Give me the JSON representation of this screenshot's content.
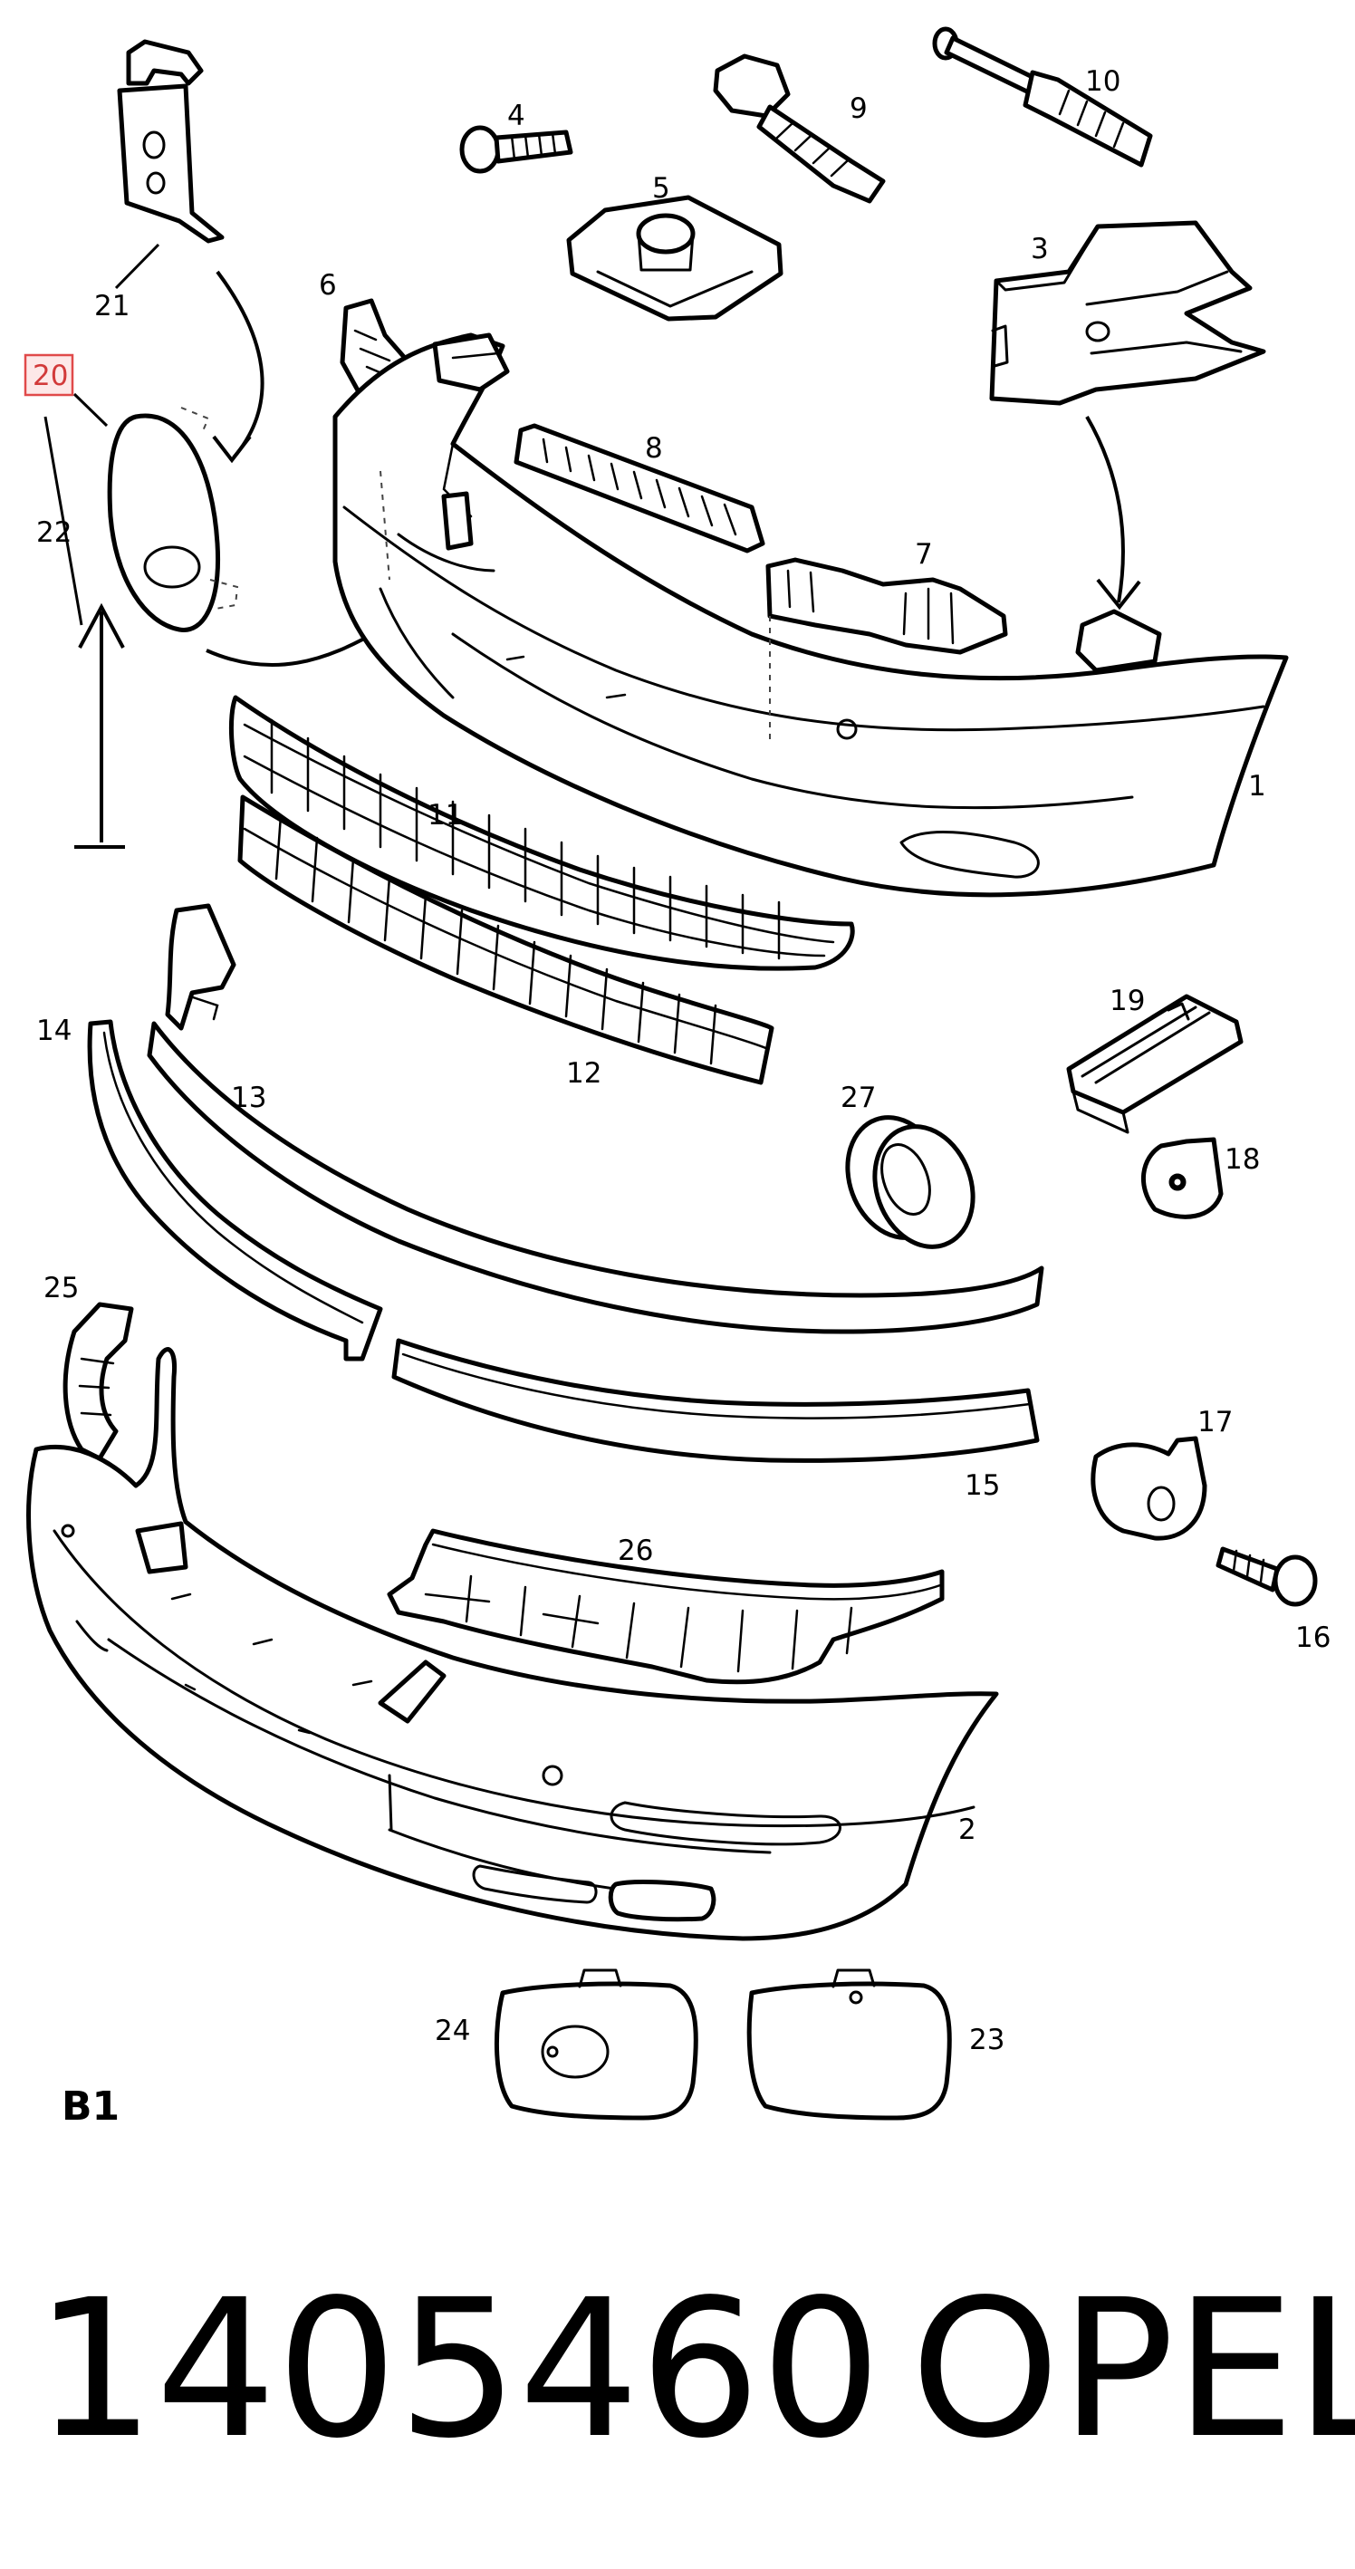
{
  "diagram": {
    "callouts": [
      {
        "id": "1",
        "label": "1"
      },
      {
        "id": "2",
        "label": "2"
      },
      {
        "id": "3",
        "label": "3"
      },
      {
        "id": "4",
        "label": "4"
      },
      {
        "id": "5",
        "label": "5"
      },
      {
        "id": "6",
        "label": "6"
      },
      {
        "id": "7",
        "label": "7"
      },
      {
        "id": "8",
        "label": "8"
      },
      {
        "id": "9",
        "label": "9"
      },
      {
        "id": "10",
        "label": "10"
      },
      {
        "id": "11",
        "label": "11"
      },
      {
        "id": "12",
        "label": "12"
      },
      {
        "id": "13",
        "label": "13"
      },
      {
        "id": "14",
        "label": "14"
      },
      {
        "id": "15",
        "label": "15"
      },
      {
        "id": "16",
        "label": "16"
      },
      {
        "id": "17",
        "label": "17"
      },
      {
        "id": "18",
        "label": "18"
      },
      {
        "id": "19",
        "label": "19"
      },
      {
        "id": "20",
        "label": "20",
        "highlighted": true
      },
      {
        "id": "21",
        "label": "21"
      },
      {
        "id": "22",
        "label": "22"
      },
      {
        "id": "23",
        "label": "23"
      },
      {
        "id": "24",
        "label": "24"
      },
      {
        "id": "25",
        "label": "25"
      },
      {
        "id": "26",
        "label": "26"
      },
      {
        "id": "27",
        "label": "27"
      }
    ],
    "section_label": "B1",
    "highlight_color": "#e04a4a"
  },
  "footer": {
    "part_number": "1405460",
    "brand": "OPEL"
  }
}
